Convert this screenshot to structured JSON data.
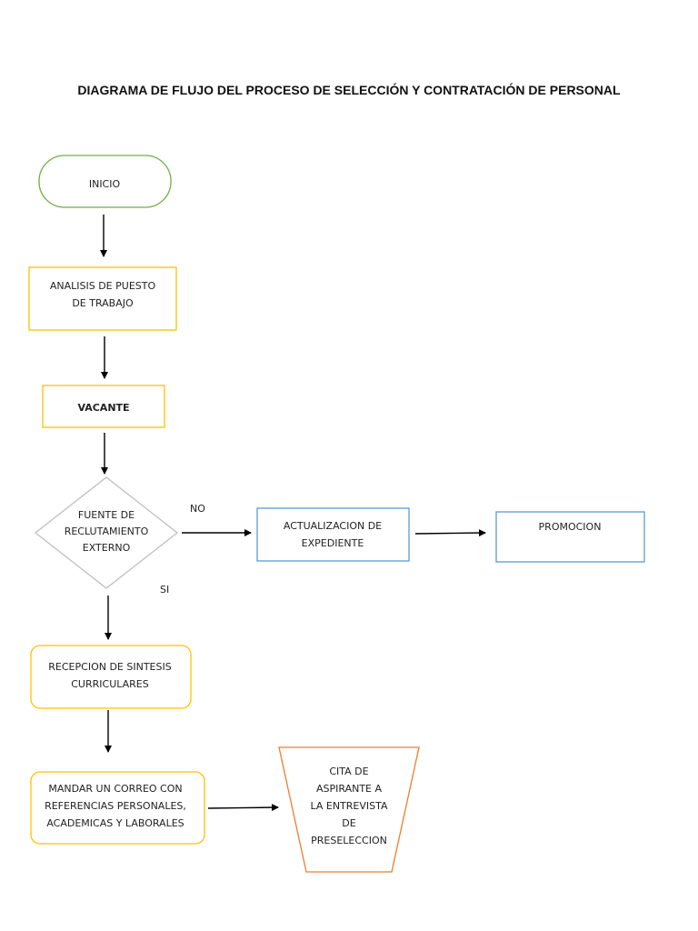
{
  "title": "DIAGRAMA DE FLUJO DEL PROCESO DE SELECCIÓN Y CONTRATACIÓN DE PERSONAL",
  "nodes": {
    "inicio": "INICIO",
    "analisis": [
      "ANALISIS DE PUESTO",
      "DE TRABAJO"
    ],
    "vacante": "VACANTE",
    "fuente": [
      "FUENTE DE",
      "RECLUTAMIENTO",
      "EXTERNO"
    ],
    "actualizacion": [
      "ACTUALIZACION DE",
      "EXPEDIENTE"
    ],
    "promocion": "PROMOCION",
    "recepcion": [
      "RECEPCION DE SINTESIS",
      "CURRICULARES"
    ],
    "correo": [
      "MANDAR UN CORREO CON",
      "REFERENCIAS PERSONALES,",
      "ACADEMICAS Y LABORALES"
    ],
    "cita": [
      "CITA DE",
      "ASPIRANTE A",
      "LA ENTREVISTA",
      "DE",
      "PRESELECCION"
    ]
  },
  "labels": {
    "no": "NO",
    "si": "SI"
  },
  "colors": {
    "start": "#70ad47",
    "process": "#ffc000",
    "decision": "#bfbfbf",
    "alt_process": "#5b9bd5",
    "interview": "#ed7d31",
    "arrow": "#000000"
  }
}
